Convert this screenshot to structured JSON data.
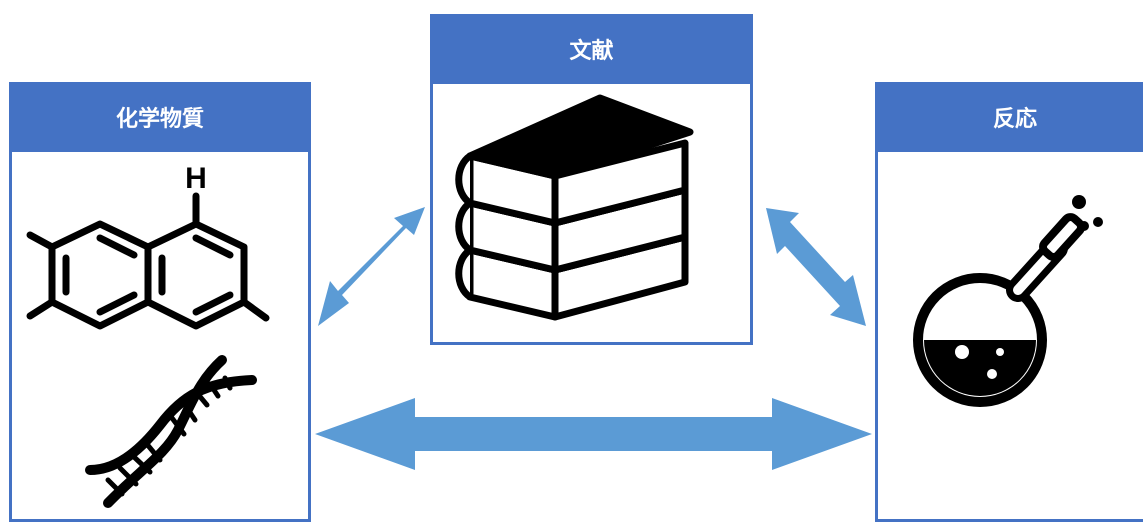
{
  "panels": {
    "chemicals": {
      "title": "化学物質"
    },
    "literature": {
      "title": "文献"
    },
    "reactions": {
      "title": "反応"
    }
  },
  "molecule": {
    "atom_label": "H"
  },
  "icons": {
    "molecule": "naphthalene-molecule-icon",
    "dna": "dna-helix-icon",
    "books": "book-stack-icon",
    "flask": "round-flask-icon"
  },
  "colors": {
    "accent": "#4472c4",
    "arrow": "#5b9bd5",
    "icon": "#000000"
  }
}
